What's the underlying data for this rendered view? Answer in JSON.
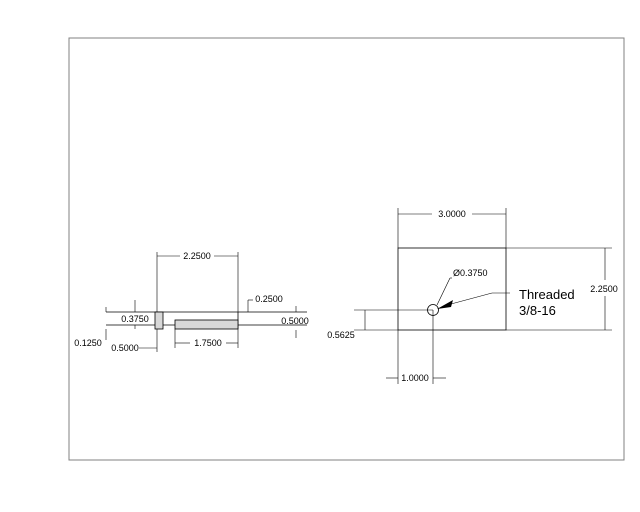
{
  "drawing": {
    "side_view": {
      "overall_width": "2.2500",
      "step_height": "0.3750",
      "offset_height": "0.1250",
      "left_width": "0.5000",
      "slot_length": "1.7500",
      "top_thickness": "0.2500",
      "total_height": "0.5000"
    },
    "top_view": {
      "width": "3.0000",
      "height": "2.2500",
      "hole_diameter": "Ø0.3750",
      "hole_y_offset": "0.5625",
      "hole_x_offset": "1.0000",
      "note_line1": "Threaded",
      "note_line2": "3/8-16"
    }
  },
  "colors": {
    "line": "#000000",
    "fill": "#d8d8d8",
    "frame": "#808080"
  }
}
